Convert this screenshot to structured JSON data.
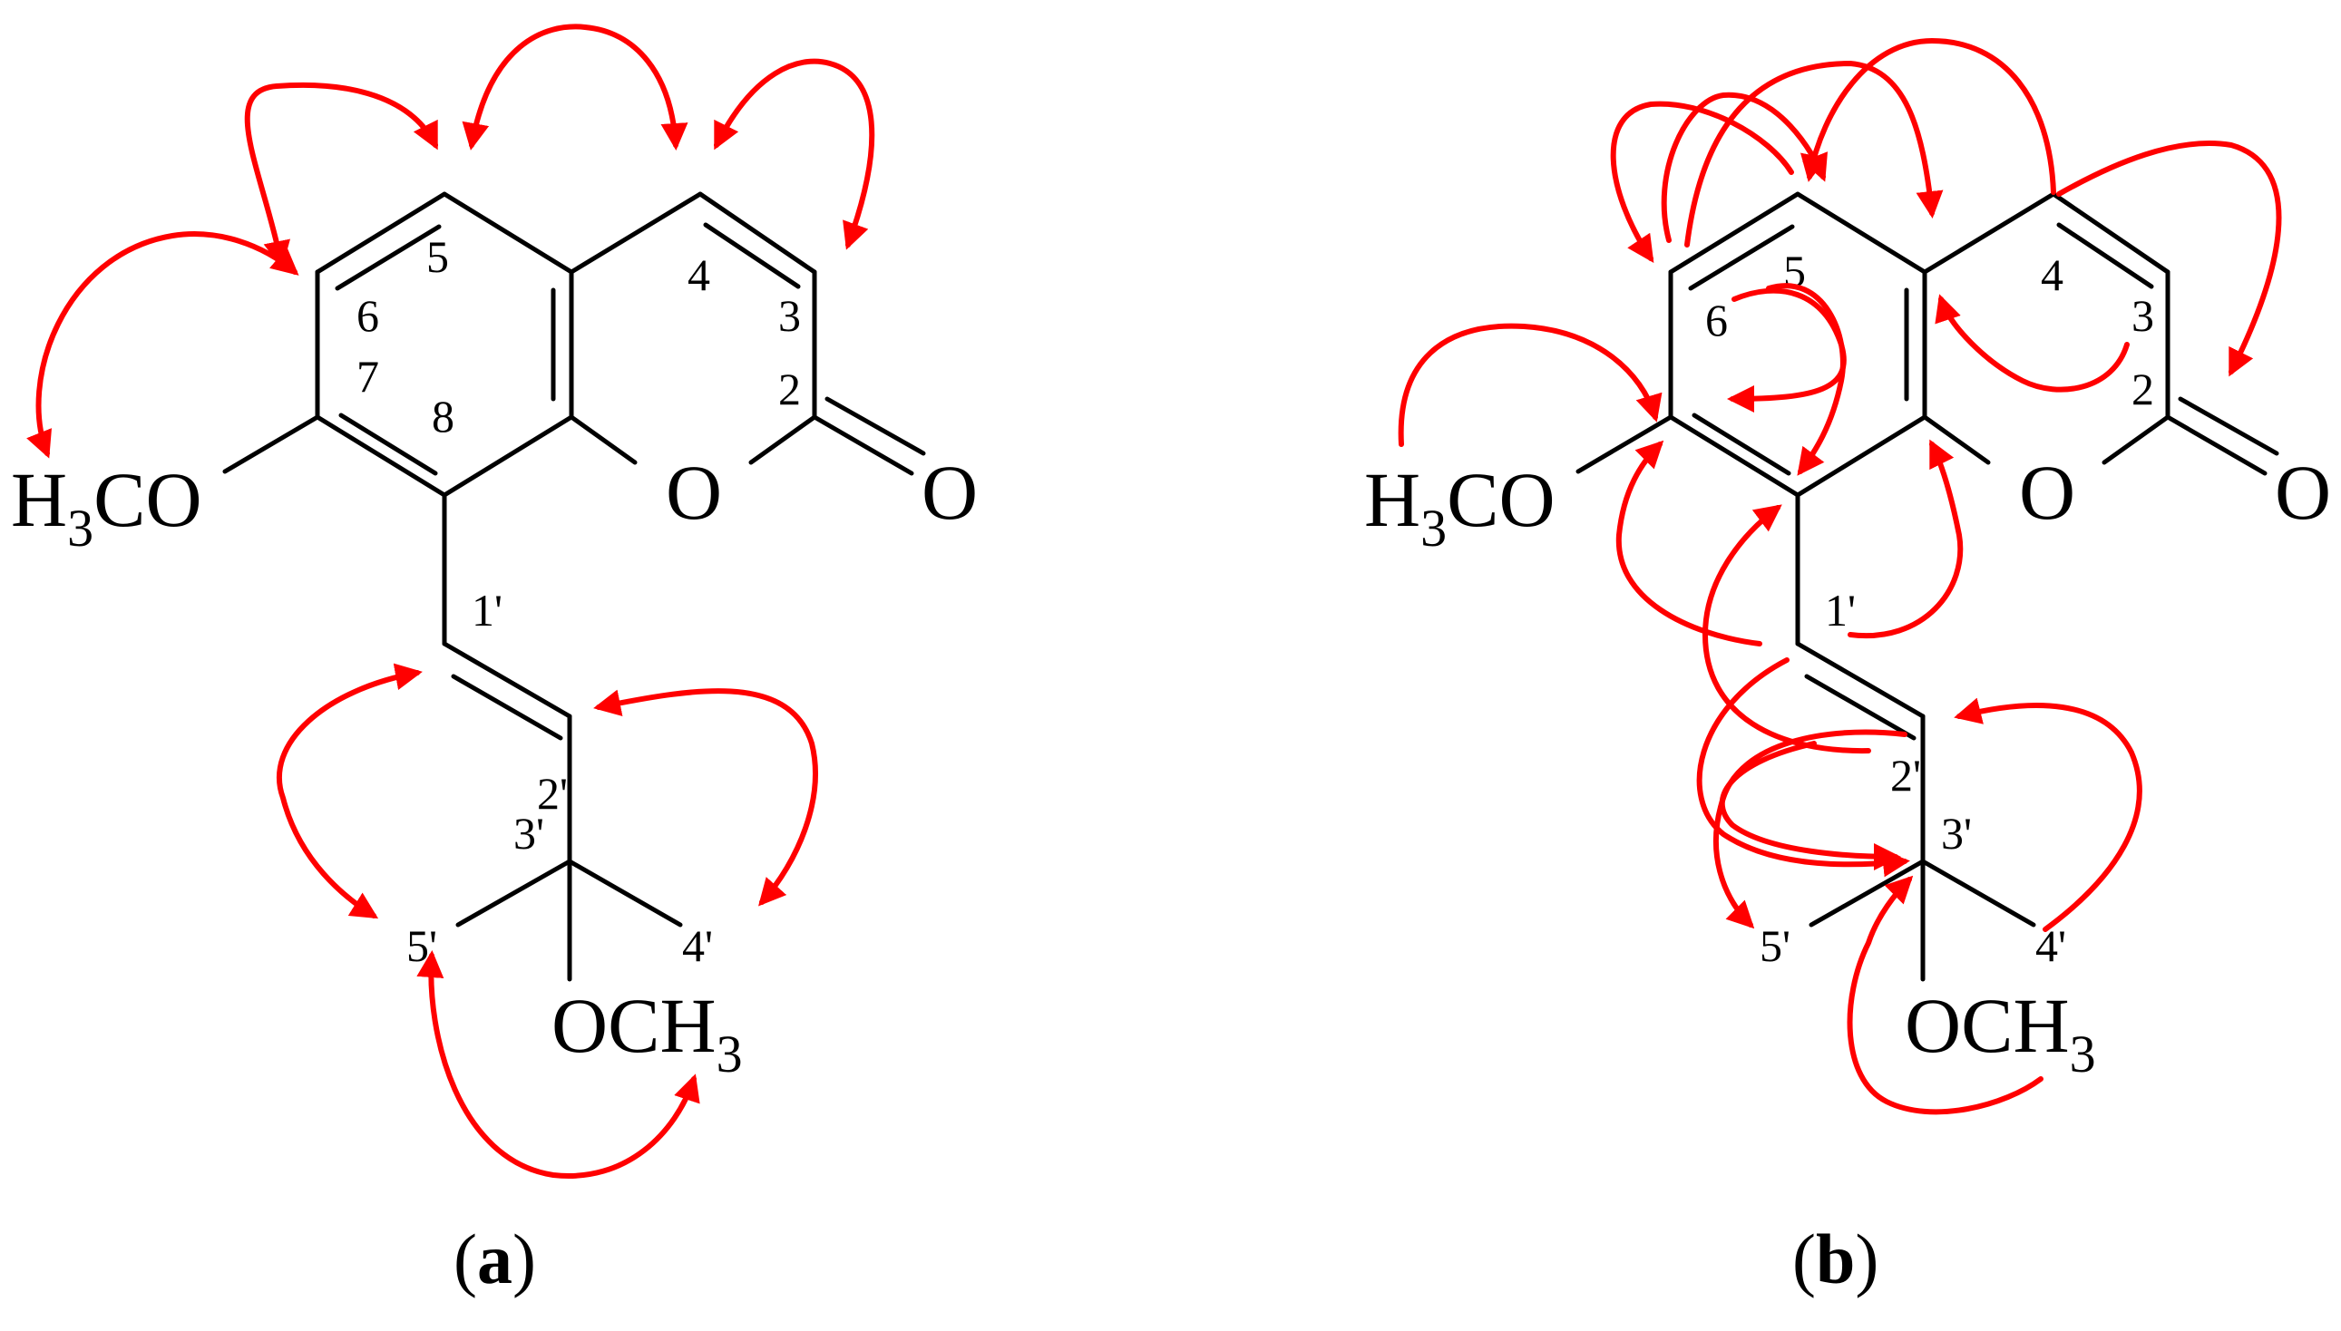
{
  "colors": {
    "arrow": "#ff0000",
    "bond": "#000000",
    "background": "#ffffff"
  },
  "panels": [
    {
      "caption": {
        "open": "(",
        "letter": "a",
        "close": ")"
      },
      "atoms": {
        "h3co_h": "H",
        "h3co_3": "3",
        "h3co_co": "CO",
        "o1": "O",
        "o_carbonyl": "O",
        "och3_oc": "OCH",
        "och3_3": "3"
      },
      "locants": [
        "5",
        "6",
        "7",
        "8",
        "4",
        "3",
        "2",
        "1'",
        "2'",
        "3'",
        "4'",
        "5'"
      ]
    },
    {
      "caption": {
        "open": "(",
        "letter": "b",
        "close": ")"
      },
      "atoms": {
        "h3co_h": "H",
        "h3co_3": "3",
        "h3co_co": "CO",
        "o1": "O",
        "o_carbonyl": "O",
        "och3_oc": "OCH",
        "och3_3": "3"
      },
      "locants": [
        "5",
        "6",
        "4",
        "3",
        "2",
        "1'",
        "2'",
        "3'",
        "4'",
        "5'"
      ]
    }
  ]
}
